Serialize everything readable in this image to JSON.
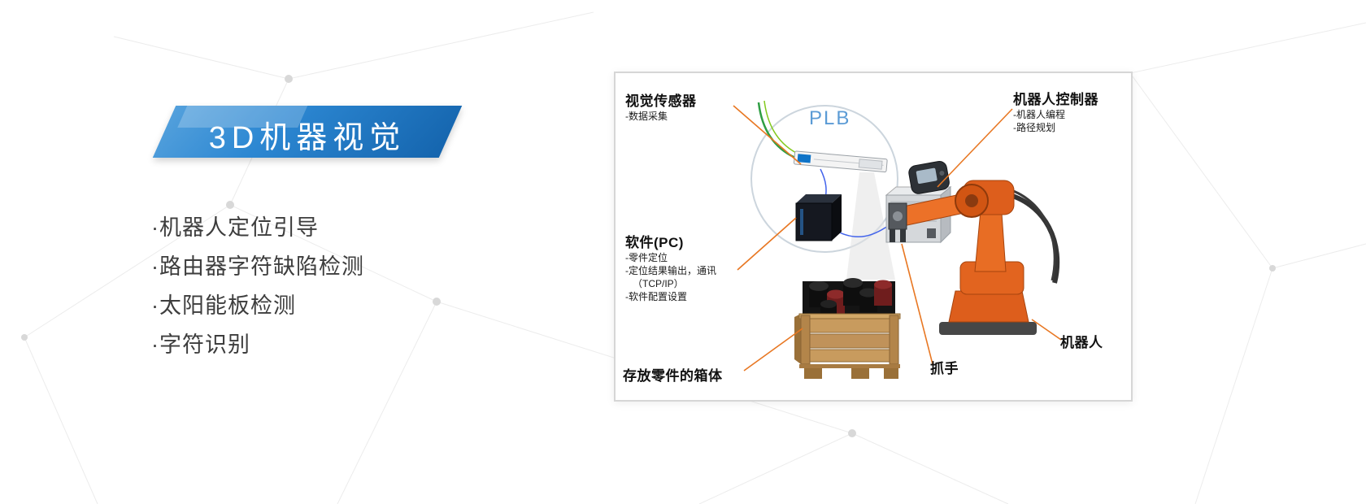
{
  "colors": {
    "banner_blue": "#2C87D2",
    "banner_blue_dark": "#1565AE",
    "plb_blue": "#5B9BD5",
    "connector_orange": "#E87722",
    "robot_orange": "#E2601C"
  },
  "banner": {
    "title": "3D机器视觉"
  },
  "features": {
    "items": [
      "·机器人定位引导",
      "·路由器字符缺陷检测",
      "·太阳能板检测",
      "·字符识别"
    ]
  },
  "diagram": {
    "plb": {
      "label": "PLB"
    },
    "vision_sensor": {
      "title": "视觉传感器",
      "lines": [
        "-数据采集"
      ]
    },
    "robot_controller": {
      "title": "机器人控制器",
      "lines": [
        "-机器人编程",
        "-路径规划"
      ]
    },
    "software_pc": {
      "title": "软件(PC)",
      "lines": [
        "-零件定位",
        "-定位结果输出，通讯",
        "（TCP/IP）",
        "-软件配置设置"
      ]
    },
    "parts_box": {
      "title": "存放零件的箱体"
    },
    "gripper": {
      "title": "抓手"
    },
    "robot": {
      "title": "机器人"
    }
  }
}
